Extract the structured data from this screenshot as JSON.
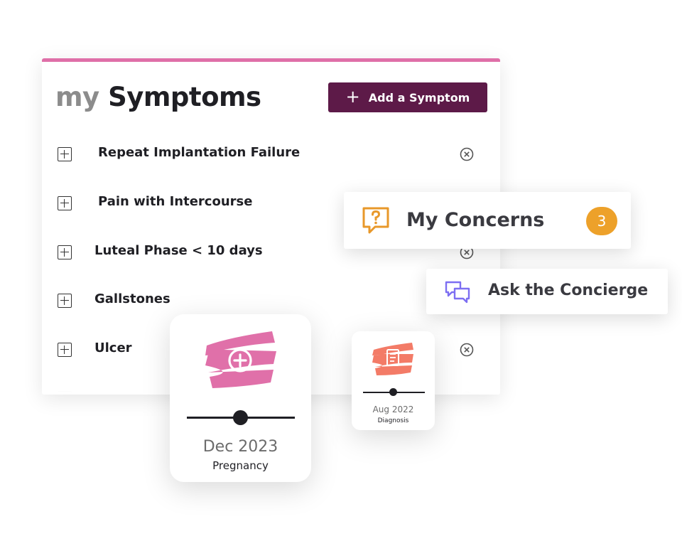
{
  "symptoms": {
    "title_prefix": "my",
    "title": "Symptoms",
    "add_button_label": "Add a Symptom",
    "items": [
      {
        "label": "Repeat Implantation Failure"
      },
      {
        "label": "Pain with Intercourse"
      },
      {
        "label": "Luteal Phase < 10 days"
      },
      {
        "label": "Gallstones"
      },
      {
        "label": "Ulcer"
      }
    ]
  },
  "concerns": {
    "label": "My Concerns",
    "count": "3"
  },
  "concierge": {
    "label": "Ask the Concierge"
  },
  "events": [
    {
      "date": "Dec 2023",
      "type": "Pregnancy",
      "icon": "add-circle-icon",
      "color": "#e070a9"
    },
    {
      "date": "Aug 2022",
      "type": "Diagnosis",
      "icon": "clipboard-icon",
      "color": "#f37b67"
    }
  ],
  "colors": {
    "accent": "#df6fa8",
    "button": "#5d1a48",
    "badge": "#eda12a",
    "concierge": "#7d6ff2"
  }
}
